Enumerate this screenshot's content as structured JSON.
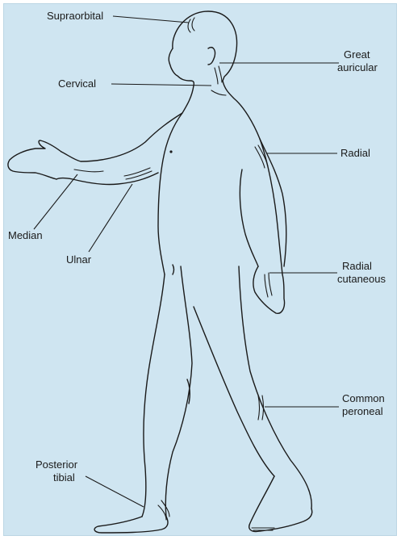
{
  "diagram": {
    "labels": {
      "supraorbital": "Supraorbital",
      "great_auricular_1": "Great",
      "great_auricular_2": "auricular",
      "cervical": "Cervical",
      "radial": "Radial",
      "median": "Median",
      "ulnar": "Ulnar",
      "radial_cutaneous_1": "Radial",
      "radial_cutaneous_2": "cutaneous",
      "common_peroneal_1": "Common",
      "common_peroneal_2": "peroneal",
      "posterior_tibial_1": "Posterior",
      "posterior_tibial_2": "tibial"
    },
    "colors": {
      "background": "#cfe5f1",
      "ink": "#1a1a1a"
    }
  }
}
